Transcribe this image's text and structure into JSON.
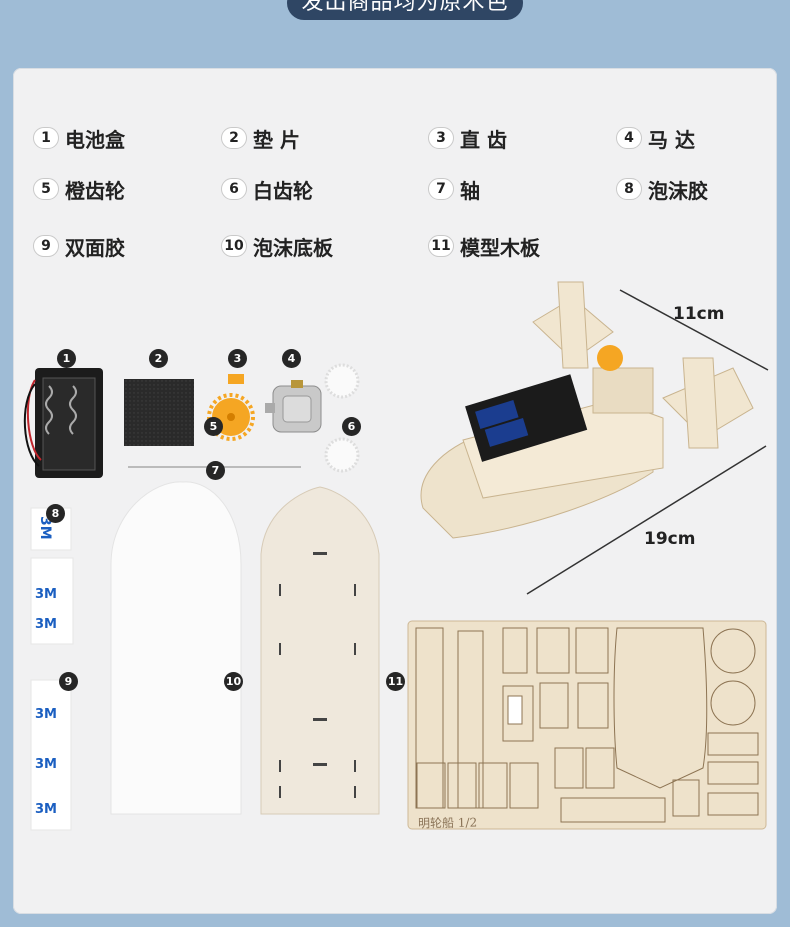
{
  "header": {
    "banner_text": "发出商品均为原木色"
  },
  "legend": [
    {
      "num": "1",
      "label": "电池盒"
    },
    {
      "num": "2",
      "label": "垫 片"
    },
    {
      "num": "3",
      "label": "直 齿"
    },
    {
      "num": "4",
      "label": "马 达"
    },
    {
      "num": "5",
      "label": "橙齿轮"
    },
    {
      "num": "6",
      "label": "白齿轮"
    },
    {
      "num": "7",
      "label": "轴"
    },
    {
      "num": "8",
      "label": "泡沫胶"
    },
    {
      "num": "9",
      "label": "双面胶"
    },
    {
      "num": "10",
      "label": "泡沫底板"
    },
    {
      "num": "11",
      "label": "模型木板"
    }
  ],
  "markers": [
    "1",
    "2",
    "3",
    "4",
    "5",
    "6",
    "7",
    "8",
    "9",
    "10",
    "11"
  ],
  "dimensions": {
    "width": "11cm",
    "length": "19cm"
  },
  "board_caption": "明轮船 1/2",
  "colors": {
    "banner": "#2f4664",
    "background": "#9fbcd6",
    "panel": "#f1f1f2",
    "wood": "#efe1c8",
    "gear_orange": "#f5a623"
  }
}
